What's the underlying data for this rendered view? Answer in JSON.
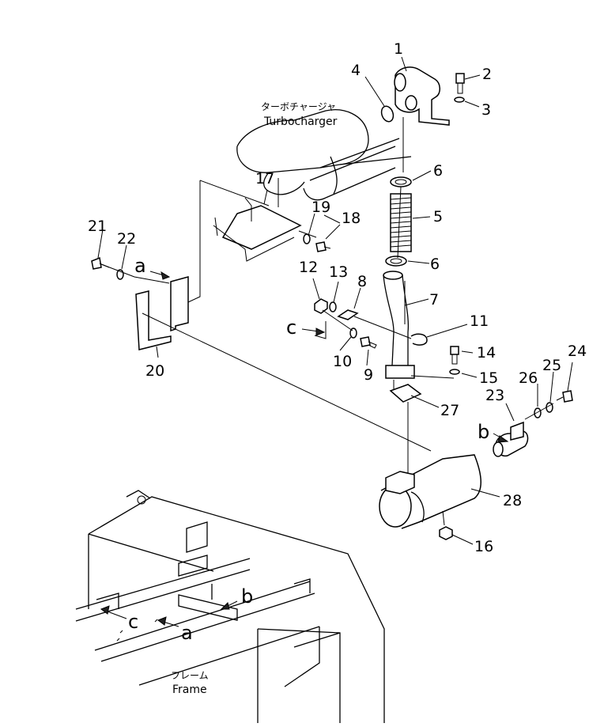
{
  "labels": {
    "turbo_jp": "ターボチャージャ",
    "turbo_en": "Turbocharger",
    "frame_jp": "フレーム",
    "frame_en": "Frame"
  },
  "letters": {
    "a_top": "a",
    "a_bottom": "a",
    "b_right": "b",
    "b_bottom": "b",
    "c_mid": "c",
    "c_bottom": "c"
  },
  "parts": {
    "p1": "1",
    "p2": "2",
    "p3": "3",
    "p4": "4",
    "p5": "5",
    "p6a": "6",
    "p6b": "6",
    "p7": "7",
    "p8": "8",
    "p9": "9",
    "p10": "10",
    "p11": "11",
    "p12": "12",
    "p13": "13",
    "p14": "14",
    "p15": "15",
    "p16": "16",
    "p17": "17",
    "p18": "18",
    "p19": "19",
    "p20": "20",
    "p21": "21",
    "p22": "22",
    "p23": "23",
    "p24": "24",
    "p25": "25",
    "p26": "26",
    "p27": "27",
    "p28": "28"
  }
}
